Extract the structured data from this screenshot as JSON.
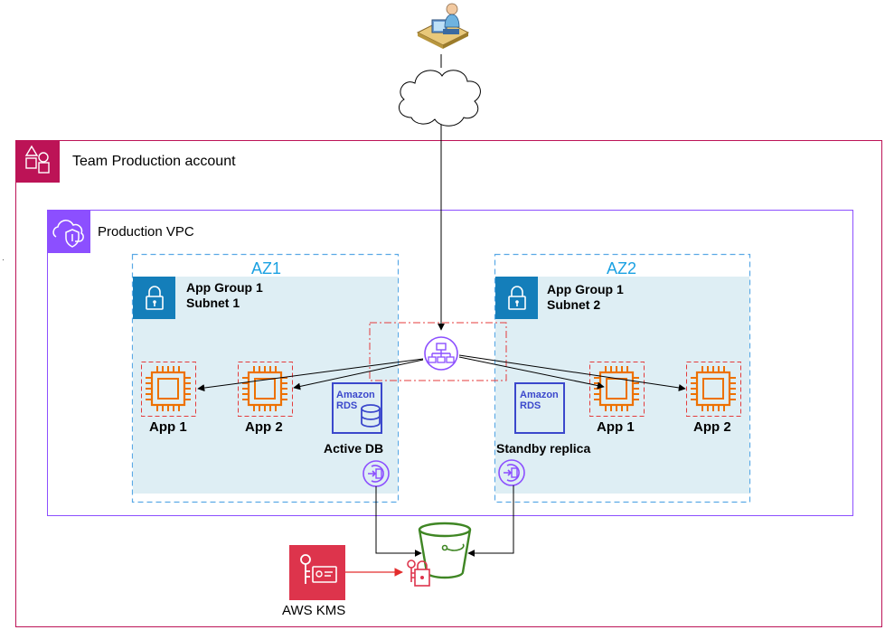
{
  "account": {
    "title": "Team Production account"
  },
  "vpc": {
    "title": "Production VPC"
  },
  "az1": {
    "title": "AZ1",
    "subnet": {
      "line1": "App Group 1",
      "line2": "Subnet 1"
    },
    "apps": [
      "App 1",
      "App 2"
    ],
    "db": {
      "rds_line1": "Amazon",
      "rds_line2": "RDS",
      "label": "Active DB"
    }
  },
  "az2": {
    "title": "AZ2",
    "subnet": {
      "line1": "App Group 1",
      "line2": "Subnet 2"
    },
    "apps": [
      "App 1",
      "App 2"
    ],
    "db": {
      "rds_line1": "Amazon",
      "rds_line2": "RDS",
      "label": "Standby replica"
    }
  },
  "kms": {
    "label": "AWS KMS"
  },
  "icons": {
    "user": "user-at-desk-icon",
    "cloud": "internet-cloud-icon",
    "account": "account-icon",
    "vpc": "vpc-icon",
    "subnet": "lock-icon",
    "load_balancer": "load-balancer-icon",
    "ec2": "ec2-chip-icon",
    "rds": "rds-icon",
    "endpoint": "vpc-endpoint-icon",
    "bucket": "s3-bucket-icon",
    "kms": "kms-key-icon",
    "encryption": "encrypted-key-icon"
  },
  "colors": {
    "account_border": "#bc1356",
    "vpc_border": "#8c4fff",
    "az_border": "#5aa9e6",
    "subnet_fill": "#deeef4",
    "subnet_icon": "#147eba",
    "ec2": "#ed7100",
    "rds": "#3b48cc",
    "bucket": "#3f8624",
    "kms": "#dd344c",
    "highlight": "#e43b3b"
  }
}
